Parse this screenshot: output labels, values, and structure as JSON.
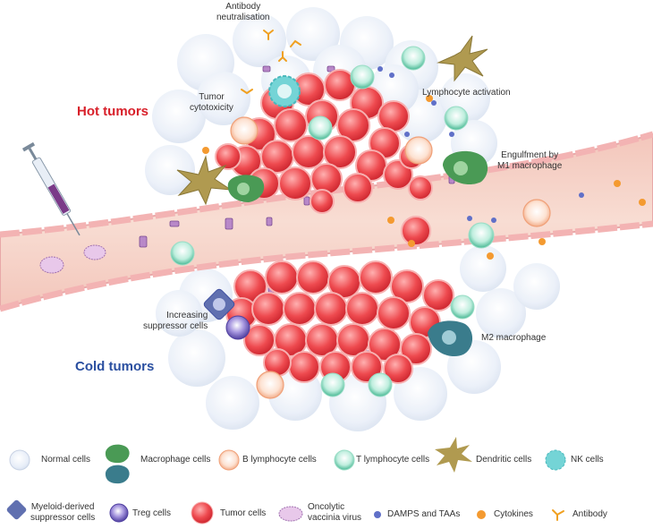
{
  "titles": {
    "hot": "Hot tumors",
    "cold": "Cold tumors"
  },
  "annotations": {
    "antibody_neutralisation": [
      "Antibody",
      "neutralisation"
    ],
    "tumor_cytotoxicity": [
      "Tumor",
      "cytotoxicity"
    ],
    "lymphocyte_activation": "Lymphocyte activation",
    "engulfment": [
      "Engulfment by",
      "M1 macrophage"
    ],
    "increasing_suppressor": [
      "Increasing",
      "suppressor cells"
    ],
    "m2_macrophage": "M2 macrophage"
  },
  "legend": {
    "normal_cells": "Normal cells",
    "macrophage_cells": "Macrophage cells",
    "b_lymphocyte_cells": "B lymphocyte cells",
    "t_lymphocyte_cells": "T lymphocyte cells",
    "dendritic_cells": "Dendritic cells",
    "nk_cells": "NK cells",
    "mdsc": [
      "Myeloid-derived",
      "suppressor cells"
    ],
    "treg_cells": "Treg cells",
    "tumor_cells": "Tumor cells",
    "oncolytic_virus": [
      "Oncolytic",
      "vaccinia virus"
    ],
    "damps_taas": "DAMPS and TAAs",
    "cytokines": "Cytokines",
    "antibody": "Antibody"
  },
  "colors": {
    "tumor": "#e8383f",
    "tumor_light": "#f8a0a0",
    "vessel": "#f5d2c8",
    "vessel_wall": "#f0b8b8",
    "t_cell": "#5cc8a8",
    "macrophage": "#4a9a55",
    "m2_macrophage": "#3a7c8c",
    "dendritic": "#b09a50",
    "nk": "#5ec8cc",
    "b_cell": "#f4b090",
    "mdsc": "#6070b0",
    "treg": "#7060b8",
    "virus": "#a070b0",
    "damps": "#6070c8",
    "cytokine": "#f49a30",
    "antibody": "#f0a020",
    "normal": "#dfe6f2",
    "hot_title": "#d8202a",
    "cold_title": "#2a4fa0"
  }
}
